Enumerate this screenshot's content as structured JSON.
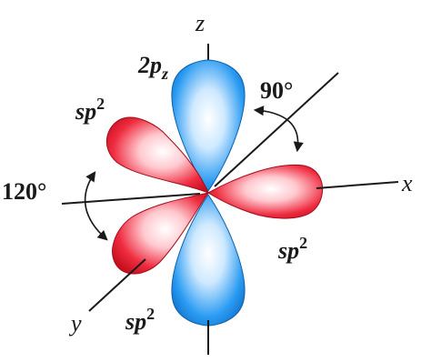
{
  "axes": {
    "x": "x",
    "y": "y",
    "z": "z"
  },
  "labels": {
    "pz": {
      "base": "2p",
      "sub": "z"
    },
    "sp2_upper_left": {
      "base": "sp",
      "sup": "2"
    },
    "sp2_right": {
      "base": "sp",
      "sup": "2"
    },
    "sp2_lower": {
      "base": "sp",
      "sup": "2"
    },
    "angle_90": "90°",
    "angle_120": "120°"
  },
  "colors": {
    "sp2_lobe": "#e8142a",
    "p_lobe": "#1a8ff0",
    "axis": "#1a1a1a"
  }
}
